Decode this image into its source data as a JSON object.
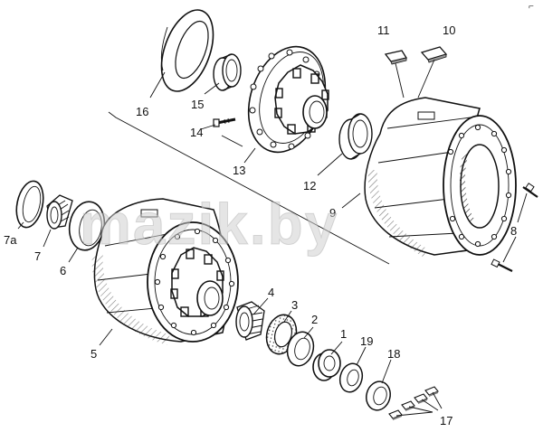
{
  "corner_mark": "⌐",
  "watermark": "mazik.by",
  "callouts": [
    "1",
    "2",
    "3",
    "4",
    "5",
    "6",
    "7",
    "7a",
    "8",
    "9",
    "10",
    "11",
    "12",
    "13",
    "14",
    "15",
    "16",
    "17",
    "18",
    "19"
  ],
  "parts": [
    {
      "id": "p16",
      "icon": "brake-seal-disc-icon"
    },
    {
      "id": "p15",
      "icon": "bearing-race-icon"
    },
    {
      "id": "p14",
      "icon": "bolt-icon"
    },
    {
      "id": "p13",
      "icon": "wheel-hub-icon"
    },
    {
      "id": "p12",
      "icon": "bearing-race-icon"
    },
    {
      "id": "p11",
      "icon": "balance-weight-icon"
    },
    {
      "id": "p10",
      "icon": "balance-weight-icon"
    },
    {
      "id": "p9",
      "icon": "brake-drum-icon"
    },
    {
      "id": "p8",
      "icon": "bolt-icon"
    },
    {
      "id": "p7a",
      "icon": "seal-ring-icon"
    },
    {
      "id": "p7",
      "icon": "roller-bearing-icon"
    },
    {
      "id": "p6",
      "icon": "seal-ring-icon"
    },
    {
      "id": "p5",
      "icon": "hub-drum-assembly-icon"
    },
    {
      "id": "p4",
      "icon": "roller-bearing-icon"
    },
    {
      "id": "p3",
      "icon": "lock-washer-icon"
    },
    {
      "id": "p2",
      "icon": "washer-icon"
    },
    {
      "id": "p1",
      "icon": "nut-icon"
    },
    {
      "id": "p19",
      "icon": "washer-icon"
    },
    {
      "id": "p18",
      "icon": "gasket-icon"
    },
    {
      "id": "p17",
      "icon": "balance-weight-icon"
    }
  ]
}
